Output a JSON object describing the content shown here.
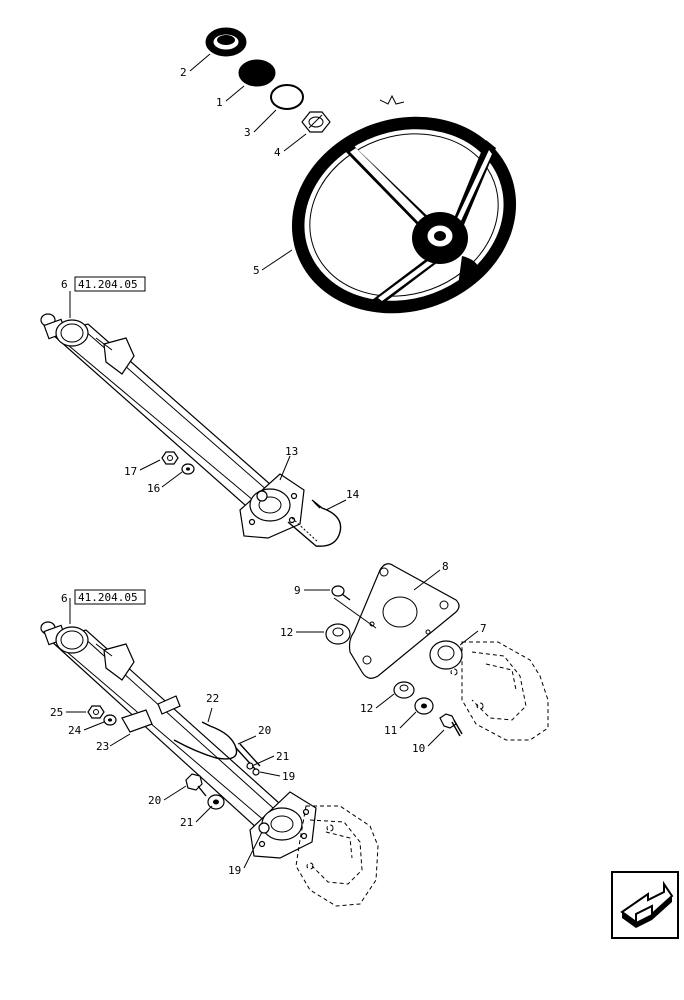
{
  "parts": {
    "p1": "1",
    "p2": "2",
    "p3": "3",
    "p4": "4",
    "p5": "5",
    "p6a": "6",
    "p6b": "6",
    "p7": "7",
    "p8": "8",
    "p9": "9",
    "p10": "10",
    "p11": "11",
    "p12a": "12",
    "p12b": "12",
    "p13": "13",
    "p14": "14",
    "p16": "16",
    "p17": "17",
    "p19a": "19",
    "p19b": "19",
    "p20a": "20",
    "p20b": "20",
    "p21a": "21",
    "p21b": "21",
    "p22": "22",
    "p23": "23",
    "p24": "24",
    "p25": "25"
  },
  "references": {
    "ref_upper": "41.204.05",
    "ref_lower": "41.204.05"
  },
  "icons": {
    "nav": "arrow-next-page-icon"
  }
}
